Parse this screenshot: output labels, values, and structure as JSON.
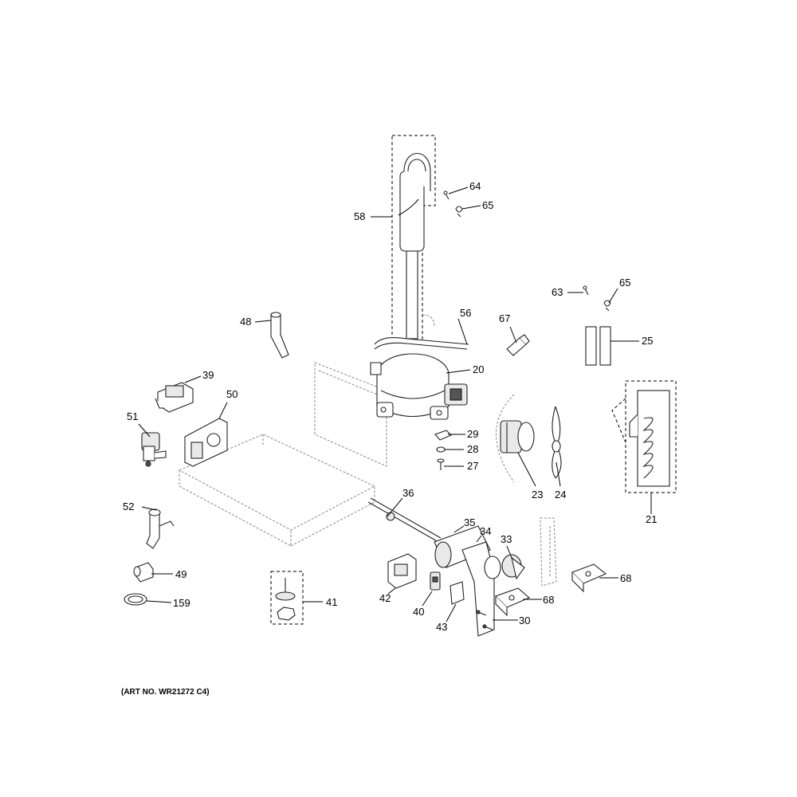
{
  "callouts": {
    "c58": "58",
    "c64": "64",
    "c65a": "65",
    "c63": "63",
    "c65b": "65",
    "c56": "56",
    "c67": "67",
    "c25": "25",
    "c48": "48",
    "c20": "20",
    "c39": "39",
    "c50": "50",
    "c51": "51",
    "c29": "29",
    "c28": "28",
    "c27": "27",
    "c23": "23",
    "c24": "24",
    "c21": "21",
    "c36": "36",
    "c52": "52",
    "c35": "35",
    "c34": "34",
    "c33": "33",
    "c68a": "68",
    "c68b": "68",
    "c49": "49",
    "c41": "41",
    "c42": "42",
    "c40": "40",
    "c43": "43",
    "c30": "30",
    "c159": "159"
  },
  "art_number": "(ART NO. WR21272 C4)"
}
